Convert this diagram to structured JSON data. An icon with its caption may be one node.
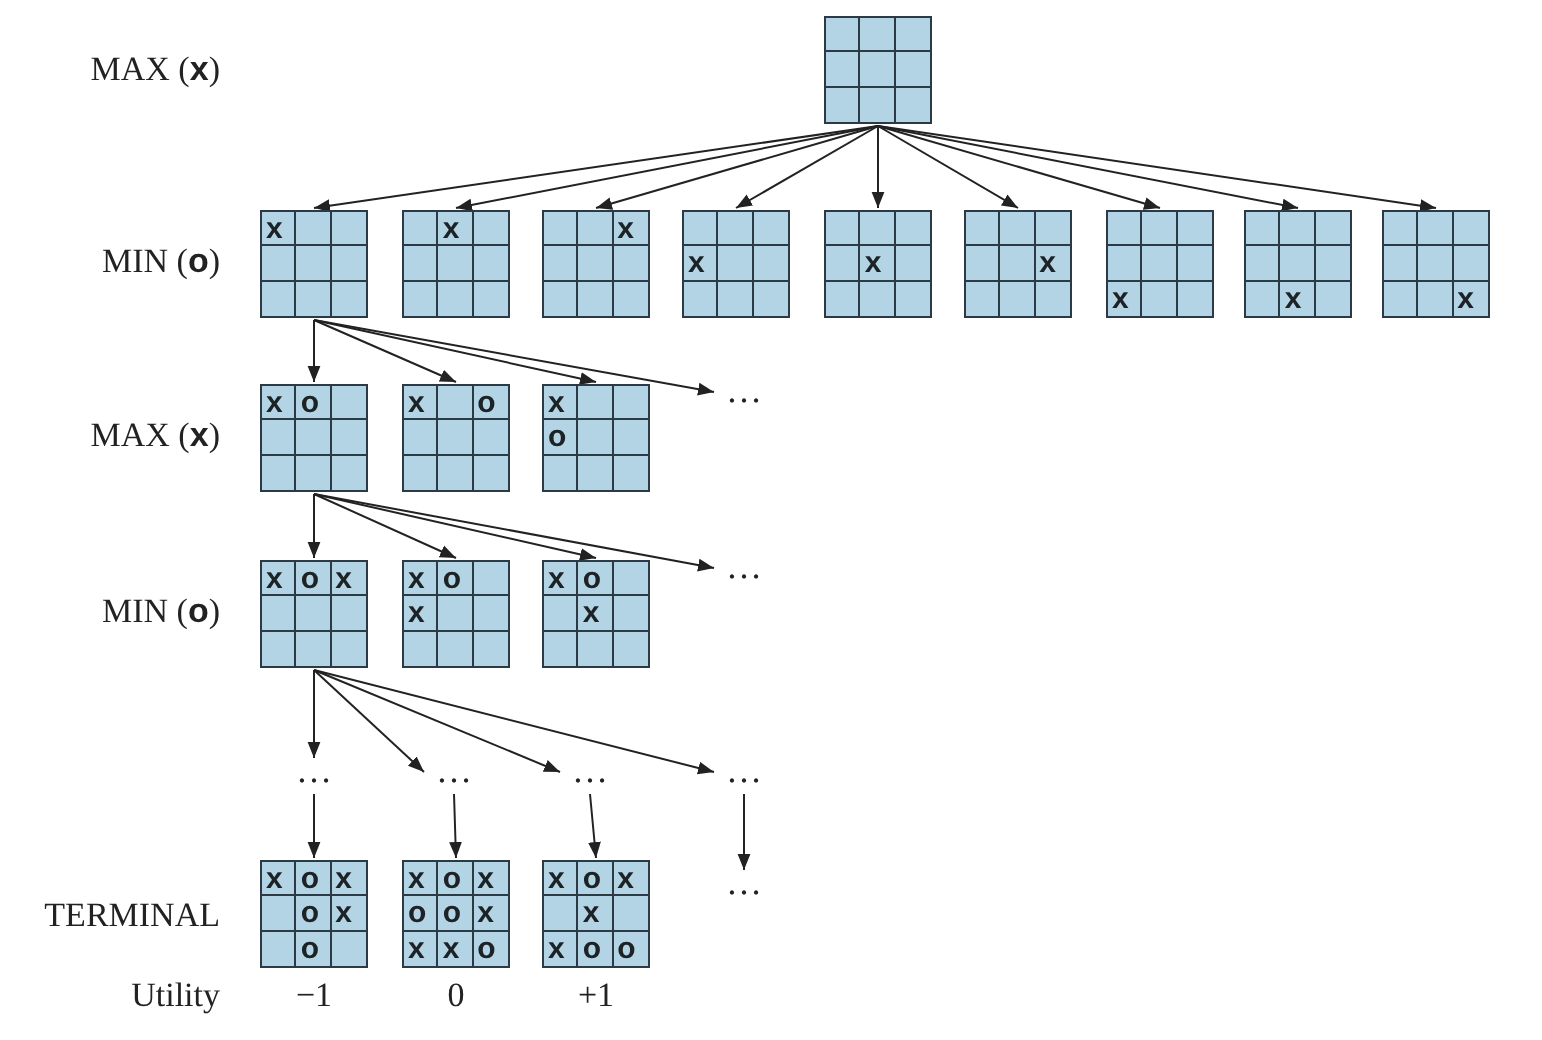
{
  "diagram": {
    "nodes": [
      {
        "text": [],
        "shape": "box"
      },
      {
        "text": [
          "x"
        ]
      },
      {
        "text": [
          "x"
        ]
      },
      {
        "text": [
          "x"
        ]
      },
      {
        "text": [
          "x"
        ]
      },
      {
        "text": [
          "x"
        ]
      },
      {
        "text": [
          "x"
        ]
      },
      {
        "text": [
          "x"
        ]
      },
      {
        "text": [
          "x"
        ]
      },
      {
        "text": [
          "x"
        ]
      },
      {
        "text": [
          "x",
          "o"
        ]
      },
      {
        "text": [
          "x",
          "o"
        ]
      },
      {
        "text": [
          "x",
          "o"
        ]
      },
      {
        "text": [
          "…"
        ]
      },
      {
        "text": [
          "x",
          "o",
          "x"
        ]
      },
      {
        "text": [
          "x",
          "o",
          "x"
        ]
      },
      {
        "text": [
          "x",
          "o",
          "x"
        ]
      },
      {
        "text": [
          "…"
        ]
      },
      {
        "text": [
          "…"
        ]
      },
      {
        "text": [
          "…"
        ]
      },
      {
        "text": [
          "…"
        ]
      },
      {
        "text": [
          "…"
        ]
      },
      {
        "text": [
          "x",
          "o",
          "x",
          "o",
          "x",
          "o"
        ],
        "beside": [
          "−1"
        ]
      },
      {
        "text": [
          "x",
          "o",
          "x",
          "o",
          "o",
          "x",
          "x",
          "x",
          "o"
        ],
        "beside": [
          "0"
        ]
      },
      {
        "text": [
          "x",
          "o",
          "x",
          "x",
          "x",
          "o",
          "o"
        ],
        "beside": [
          "+1"
        ]
      },
      {
        "text": [
          "…"
        ]
      }
    ],
    "edges": [
      {
        "from": 0,
        "to": 1,
        "arrow": "to"
      },
      {
        "from": 0,
        "to": 2,
        "arrow": "to"
      },
      {
        "from": 0,
        "to": 3,
        "arrow": "to"
      },
      {
        "from": 0,
        "to": 4,
        "arrow": "to"
      },
      {
        "from": 0,
        "to": 5,
        "arrow": "to"
      },
      {
        "from": 0,
        "to": 6,
        "arrow": "to"
      },
      {
        "from": 0,
        "to": 7,
        "arrow": "to"
      },
      {
        "from": 0,
        "to": 8,
        "arrow": "to"
      },
      {
        "from": 0,
        "to": 9,
        "arrow": "to"
      },
      {
        "from": 1,
        "to": 10,
        "arrow": "to"
      },
      {
        "from": 1,
        "to": 11,
        "arrow": "to"
      },
      {
        "from": 1,
        "to": 12,
        "arrow": "to"
      },
      {
        "from": 1,
        "to": 13,
        "arrow": "to"
      },
      {
        "from": 10,
        "to": 14,
        "arrow": "to"
      },
      {
        "from": 10,
        "to": 15,
        "arrow": "to"
      },
      {
        "from": 10,
        "to": 16,
        "arrow": "to"
      },
      {
        "from": 10,
        "to": 17,
        "arrow": "to"
      },
      {
        "from": 14,
        "to": 18,
        "arrow": "to"
      },
      {
        "from": 14,
        "to": 19,
        "arrow": "to"
      },
      {
        "from": 14,
        "to": 20,
        "arrow": "to"
      },
      {
        "from": 14,
        "to": 21,
        "arrow": "to"
      },
      {
        "from": 18,
        "to": 22,
        "arrow": "to"
      },
      {
        "from": 19,
        "to": 23,
        "arrow": "to"
      },
      {
        "from": 20,
        "to": 24,
        "arrow": "to"
      },
      {
        "from": 21,
        "to": 25,
        "arrow": "to"
      }
    ],
    "labels": [
      "MAX (**x**)",
      "MIN (**o**)",
      "MAX (**x**)",
      "MIN (**o**)",
      "TERMINAL",
      "Utility"
    ]
  }
}
